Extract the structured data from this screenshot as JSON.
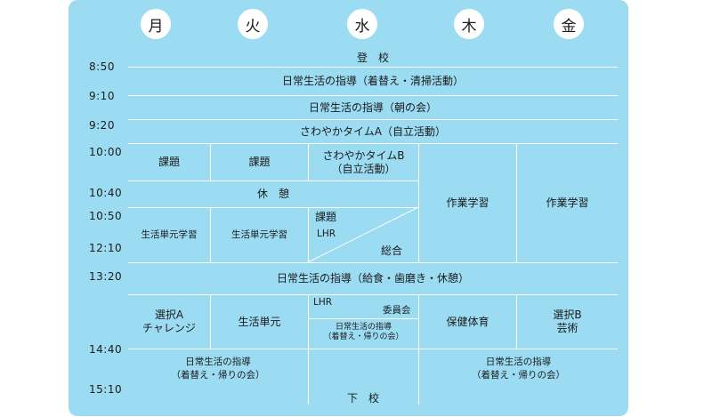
{
  "days": [
    "月",
    "火",
    "水",
    "木",
    "金"
  ],
  "times": [
    "8:50",
    "9:10",
    "9:20",
    "10:00",
    "10:40",
    "10:50",
    "12:10",
    "13:20",
    "14:40",
    "15:10"
  ],
  "rows": {
    "arrival": "登　校",
    "guidance_change": "日常生活の指導（着替え・清掃活動）",
    "morning_meeting": "日常生活の指導（朝の会）",
    "sawayaka_a": "さわやかタイムA（自立活動）",
    "lunch": "日常生活の指導（給食・歯磨き・休憩）",
    "departure": "下　校"
  },
  "block1": {
    "mon": "課題",
    "tue": "課題",
    "wed_line1": "さわやかタイムB",
    "wed_line2": "（自立活動）",
    "rest": "休　憩",
    "thu": "作業学習",
    "fri": "作業学習",
    "mon_unit": "生活単元学習",
    "tue_unit": "生活単元学習",
    "wed_kadai": "課題",
    "wed_lhr": "LHR",
    "wed_sougou": "総合"
  },
  "block2": {
    "mon_line1": "選択A",
    "mon_line2": "チャレンジ",
    "tue": "生活単元",
    "wed_lhr": "LHR",
    "wed_committee": "委員会",
    "wed_guide_line1": "日常生活の指導",
    "wed_guide_line2": "（着替え・帰りの会）",
    "thu": "保健体育",
    "fri_line1": "選択B",
    "fri_line2": "芸術",
    "left_guide_line1": "日常生活の指導",
    "left_guide_line2": "（着替え・帰りの会）",
    "right_guide_line1": "日常生活の指導",
    "right_guide_line2": "（着替え・帰りの会）"
  }
}
